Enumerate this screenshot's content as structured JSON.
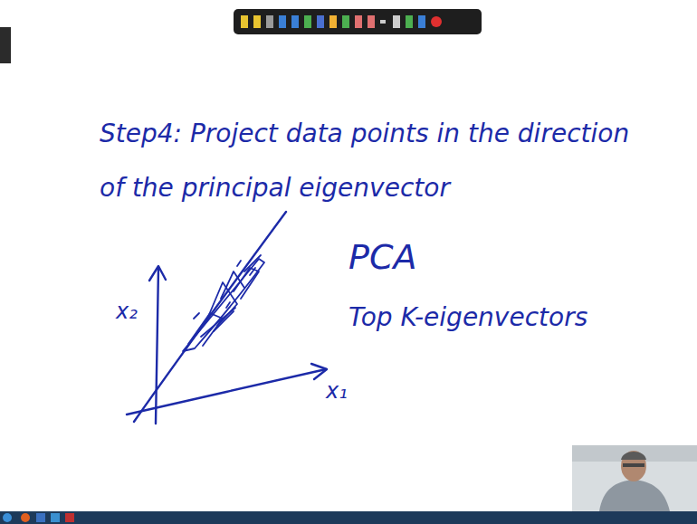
{
  "diagram": {
    "title": "Step4: Project data points in the direction of the principal eigenvector",
    "labels": [
      "PCA",
      "Top K-eigenvectors",
      "x₂",
      "x₁"
    ]
  }
}
